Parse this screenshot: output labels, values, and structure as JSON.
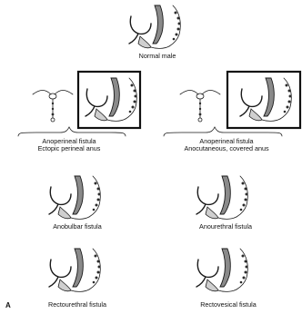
{
  "panel_letter": "A",
  "labels": {
    "normal_male": "Normal male",
    "left_fistula_line1": "Anoperineal fistula",
    "left_fistula_line2": "Ectopic perineal anus",
    "right_fistula_line1": "Anoperineal fistula",
    "right_fistula_line2": "Anocutaneous, covered anus",
    "anobulbar": "Anobulbar fistula",
    "anourethral": "Anourethral fistula",
    "rectourethral": "Rectourethral fistula",
    "rectovesical": "Rectovesical fistula"
  }
}
